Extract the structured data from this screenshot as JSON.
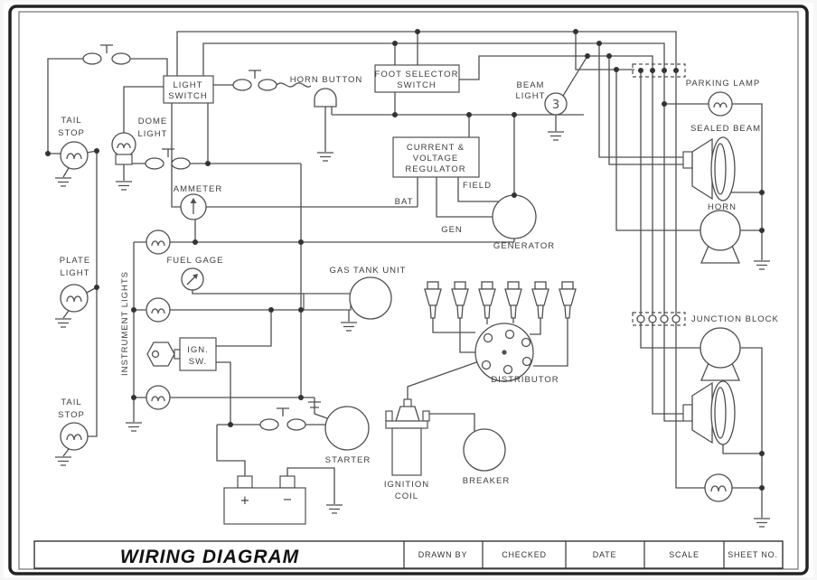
{
  "colors": {
    "line": "#4f4f4f",
    "text": "#3d3d3d",
    "frame": "#222222",
    "background": "#ffffff"
  },
  "labels": {
    "light_switch": [
      "LIGHT",
      "SWITCH"
    ],
    "foot_selector_switch": [
      "FOOT SELECTOR",
      "SWITCH"
    ],
    "horn_button": "HORN BUTTON",
    "beam_light": [
      "BEAM",
      "LIGHT"
    ],
    "parking_lamp": "PARKING LAMP",
    "sealed_beam": "SEALED BEAM",
    "horn": "HORN",
    "tail_stop_top": [
      "TAIL",
      "STOP"
    ],
    "dome_light": [
      "DOME",
      "LIGHT"
    ],
    "ammeter": "AMMETER",
    "regulator": [
      "CURRENT &",
      "VOLTAGE",
      "REGULATOR"
    ],
    "bat": "BAT",
    "gen": "GEN",
    "field": "FIELD",
    "generator": "GENERATOR",
    "plate_light": [
      "PLATE",
      "LIGHT"
    ],
    "fuel_gage": "FUEL GAGE",
    "gas_tank_unit": "GAS TANK UNIT",
    "instrument_lights": "INSTRUMENT LIGHTS",
    "ign_sw": [
      "IGN.",
      "SW."
    ],
    "junction_block": "JUNCTION BLOCK",
    "distributor": "DISTRIBUTOR",
    "tail_stop_bottom": [
      "TAIL",
      "STOP"
    ],
    "starter": "STARTER",
    "ignition_coil": [
      "IGNITION",
      "COIL"
    ],
    "breaker": "BREAKER",
    "beam_bulb_filament": "3",
    "battery_positive": "+",
    "battery_negative": "−"
  },
  "title_block": {
    "title": "WIRING DIAGRAM",
    "fields": [
      "DRAWN BY",
      "CHECKED",
      "DATE",
      "SCALE",
      "SHEET NO."
    ]
  }
}
